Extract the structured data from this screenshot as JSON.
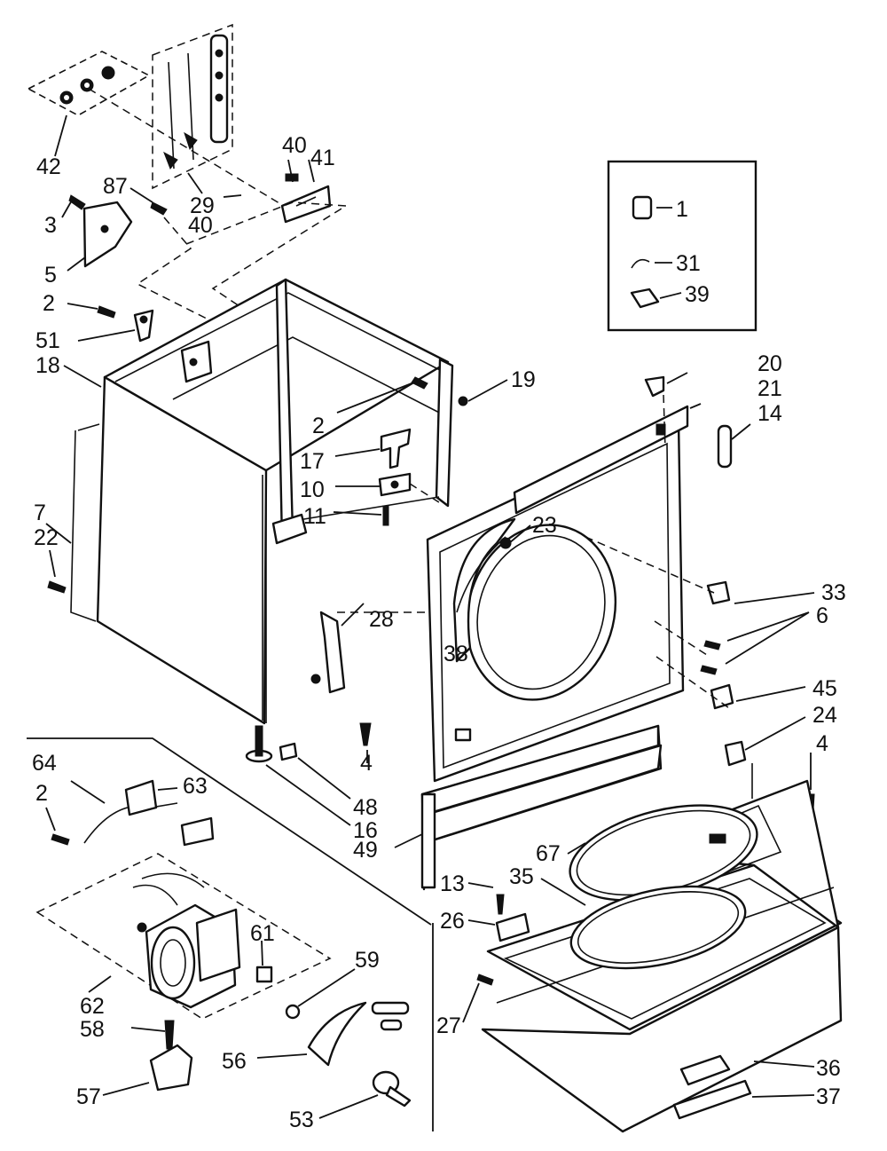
{
  "callouts": [
    {
      "id": "c42",
      "text": "42"
    },
    {
      "id": "c29",
      "text": "29"
    },
    {
      "id": "c40a",
      "text": "40"
    },
    {
      "id": "c41",
      "text": "41"
    },
    {
      "id": "c40b",
      "text": "40"
    },
    {
      "id": "c87",
      "text": "87"
    },
    {
      "id": "c3",
      "text": "3"
    },
    {
      "id": "c5",
      "text": "5"
    },
    {
      "id": "c2a",
      "text": "2"
    },
    {
      "id": "c51",
      "text": "51"
    },
    {
      "id": "c18",
      "text": "18"
    },
    {
      "id": "c2b",
      "text": "2"
    },
    {
      "id": "c19",
      "text": "19"
    },
    {
      "id": "c17",
      "text": "17"
    },
    {
      "id": "c10",
      "text": "10"
    },
    {
      "id": "c11",
      "text": "11"
    },
    {
      "id": "c7",
      "text": "7"
    },
    {
      "id": "c22",
      "text": "22"
    },
    {
      "id": "c1",
      "text": "1"
    },
    {
      "id": "c31",
      "text": "31"
    },
    {
      "id": "c39",
      "text": "39"
    },
    {
      "id": "c20",
      "text": "20"
    },
    {
      "id": "c21",
      "text": "21"
    },
    {
      "id": "c14",
      "text": "14"
    },
    {
      "id": "c23",
      "text": "23"
    },
    {
      "id": "c33",
      "text": "33"
    },
    {
      "id": "c6",
      "text": "6"
    },
    {
      "id": "c38",
      "text": "38"
    },
    {
      "id": "c28",
      "text": "28"
    },
    {
      "id": "c45",
      "text": "45"
    },
    {
      "id": "c24",
      "text": "24"
    },
    {
      "id": "c4a",
      "text": "4"
    },
    {
      "id": "c4b",
      "text": "4"
    },
    {
      "id": "c48",
      "text": "48"
    },
    {
      "id": "c16",
      "text": "16"
    },
    {
      "id": "c49",
      "text": "49"
    },
    {
      "id": "c64",
      "text": "64"
    },
    {
      "id": "c63",
      "text": "63"
    },
    {
      "id": "c2c",
      "text": "2"
    },
    {
      "id": "c67",
      "text": "67"
    },
    {
      "id": "c35",
      "text": "35"
    },
    {
      "id": "c13",
      "text": "13"
    },
    {
      "id": "c26",
      "text": "26"
    },
    {
      "id": "c61",
      "text": "61"
    },
    {
      "id": "c59",
      "text": "59"
    },
    {
      "id": "c62",
      "text": "62"
    },
    {
      "id": "c58",
      "text": "58"
    },
    {
      "id": "c27",
      "text": "27"
    },
    {
      "id": "c56",
      "text": "56"
    },
    {
      "id": "c36",
      "text": "36"
    },
    {
      "id": "c37",
      "text": "37"
    },
    {
      "id": "c57",
      "text": "57"
    },
    {
      "id": "c53",
      "text": "53"
    }
  ]
}
